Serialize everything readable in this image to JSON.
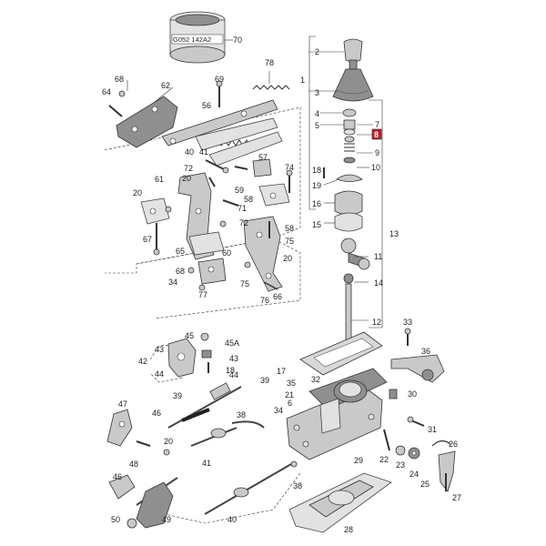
{
  "can_label": "G052 142A2",
  "highlight_color": "#c41e2a",
  "callouts": [
    {
      "id": "70",
      "text": "70"
    },
    {
      "id": "78",
      "text": "78"
    },
    {
      "id": "68",
      "text": "68"
    },
    {
      "id": "62",
      "text": "62"
    },
    {
      "id": "69",
      "text": "69"
    },
    {
      "id": "64",
      "text": "64"
    },
    {
      "id": "56",
      "text": "56"
    },
    {
      "id": "2",
      "text": "2"
    },
    {
      "id": "1",
      "text": "1"
    },
    {
      "id": "3",
      "text": "3"
    },
    {
      "id": "4",
      "text": "4"
    },
    {
      "id": "5",
      "text": "5"
    },
    {
      "id": "7",
      "text": "7"
    },
    {
      "id": "8",
      "text": "8"
    },
    {
      "id": "9",
      "text": "9"
    },
    {
      "id": "10",
      "text": "10"
    },
    {
      "id": "40a",
      "text": "40"
    },
    {
      "id": "41a",
      "text": "41"
    },
    {
      "id": "72a",
      "text": "72"
    },
    {
      "id": "20a",
      "text": "20"
    },
    {
      "id": "61",
      "text": "61"
    },
    {
      "id": "57",
      "text": "57"
    },
    {
      "id": "74",
      "text": "74"
    },
    {
      "id": "18a",
      "text": "18"
    },
    {
      "id": "19",
      "text": "19"
    },
    {
      "id": "59",
      "text": "59"
    },
    {
      "id": "20b",
      "text": "20"
    },
    {
      "id": "58a",
      "text": "58"
    },
    {
      "id": "71",
      "text": "71"
    },
    {
      "id": "16",
      "text": "16"
    },
    {
      "id": "13",
      "text": "13"
    },
    {
      "id": "15",
      "text": "15"
    },
    {
      "id": "72b",
      "text": "72"
    },
    {
      "id": "58b",
      "text": "58"
    },
    {
      "id": "67",
      "text": "67"
    },
    {
      "id": "75a",
      "text": "75"
    },
    {
      "id": "11",
      "text": "11"
    },
    {
      "id": "65",
      "text": "65"
    },
    {
      "id": "60",
      "text": "60"
    },
    {
      "id": "20c",
      "text": "20"
    },
    {
      "id": "68b",
      "text": "68"
    },
    {
      "id": "14",
      "text": "14"
    },
    {
      "id": "34a",
      "text": "34"
    },
    {
      "id": "75b",
      "text": "75"
    },
    {
      "id": "77",
      "text": "77"
    },
    {
      "id": "76",
      "text": "76"
    },
    {
      "id": "66",
      "text": "66"
    },
    {
      "id": "12",
      "text": "12"
    },
    {
      "id": "33",
      "text": "33"
    },
    {
      "id": "45",
      "text": "45"
    },
    {
      "id": "45A",
      "text": "45A"
    },
    {
      "id": "43a",
      "text": "43"
    },
    {
      "id": "36",
      "text": "36"
    },
    {
      "id": "42",
      "text": "42"
    },
    {
      "id": "43b",
      "text": "43"
    },
    {
      "id": "44a",
      "text": "44"
    },
    {
      "id": "18b",
      "text": "18"
    },
    {
      "id": "44b",
      "text": "44"
    },
    {
      "id": "17",
      "text": "17"
    },
    {
      "id": "39a",
      "text": "39"
    },
    {
      "id": "35",
      "text": "35"
    },
    {
      "id": "32",
      "text": "32"
    },
    {
      "id": "39b",
      "text": "39"
    },
    {
      "id": "21",
      "text": "21"
    },
    {
      "id": "30",
      "text": "30"
    },
    {
      "id": "47",
      "text": "47"
    },
    {
      "id": "6",
      "text": "6"
    },
    {
      "id": "34b",
      "text": "34"
    },
    {
      "id": "46a",
      "text": "46"
    },
    {
      "id": "38a",
      "text": "38"
    },
    {
      "id": "31",
      "text": "31"
    },
    {
      "id": "20d",
      "text": "20"
    },
    {
      "id": "26",
      "text": "26"
    },
    {
      "id": "29",
      "text": "29"
    },
    {
      "id": "22",
      "text": "22"
    },
    {
      "id": "23",
      "text": "23"
    },
    {
      "id": "48",
      "text": "48"
    },
    {
      "id": "41b",
      "text": "41"
    },
    {
      "id": "24",
      "text": "24"
    },
    {
      "id": "46b",
      "text": "46"
    },
    {
      "id": "38b",
      "text": "38"
    },
    {
      "id": "25",
      "text": "25"
    },
    {
      "id": "27",
      "text": "27"
    },
    {
      "id": "50",
      "text": "50"
    },
    {
      "id": "49",
      "text": "49"
    },
    {
      "id": "40b",
      "text": "40"
    },
    {
      "id": "28",
      "text": "28"
    }
  ]
}
